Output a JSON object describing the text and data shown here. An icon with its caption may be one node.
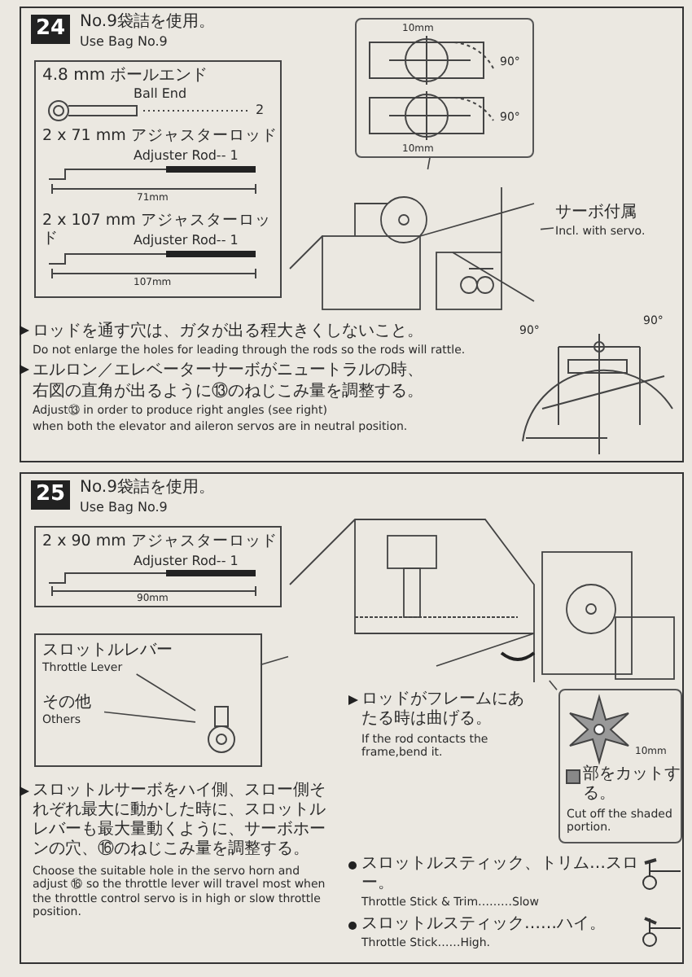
{
  "diagram": {
    "nodes": [
      {
        "text": [
          "24",
          "No.9袋詰を使用。",
          "Use Bag No.9"
        ]
      },
      {
        "text": [
          "4.8 mm ボールエンド",
          "Ball End",
          "2",
          "2 x 71 mm アジャスターロッド",
          "Adjuster Rod-- 1",
          "71mm",
          "2 x 107 mm アジャスターロッド",
          "Adjuster Rod-- 1",
          "107mm"
        ],
        "in": 0
      },
      {
        "text": [
          "10mm",
          "90°",
          "90°",
          "10mm"
        ],
        "in": 0
      },
      {
        "text": [
          "サーボ付属",
          "Incl. with servo."
        ],
        "in": 0
      },
      {
        "text": [],
        "shape": "picture",
        "in": 0
      },
      {
        "text": [
          "90°",
          "90°"
        ],
        "in": 0
      },
      {
        "text": [
          "25",
          "No.9袋詰を使用。",
          "Use Bag No.9"
        ]
      },
      {
        "text": [
          "2 x 90 mm アジャスターロッド",
          "Adjuster Rod-- 1",
          "90mm"
        ],
        "in": 6
      },
      {
        "text": [],
        "shape": "picture",
        "in": 6
      },
      {
        "text": [],
        "shape": "box",
        "in": 6
      },
      {
        "text": [
          "スロットルレバー",
          "Throttle Lever"
        ],
        "in": 9
      },
      {
        "text": [
          "その他",
          "Others"
        ],
        "in": 9
      },
      {
        "text": [],
        "shape": "picture",
        "in": 9
      },
      {
        "text": [
          "10mm",
          "部をカットする。",
          "Cut off the shaded portion."
        ],
        "in": 6
      }
    ],
    "edges": [
      {
        "from": 3,
        "to": 4,
        "arrow": "none"
      },
      {
        "from": 2,
        "to": 4,
        "arrow": "none"
      },
      {
        "from": 9,
        "to": 8,
        "arrow": "none"
      },
      {
        "from": 10,
        "to": 12,
        "arrow": "none"
      },
      {
        "from": 11,
        "to": 12,
        "arrow": "none"
      },
      {
        "from": 13,
        "to": 8,
        "arrow": "none"
      }
    ],
    "labels": [
      "ロッドを通す穴は、ガタが出る程大きくしないこと。",
      "Do not enlarge the holes for leading through the rods so the rods will rattle.",
      "エルロン／エレベーターサーボがニュートラルの時、",
      "右図の直角が出るように⑬のねじこみ量を調整する。",
      "Adjust⑬ in order to produce right angles (see right)",
      "when both the elevator and aileron servos are in neutral position.",
      "ロッドがフレームにあたる時は曲げる。",
      "If the rod contacts the frame,bend it.",
      "スロットルサーボをハイ側、スロー側それぞれ最大に動かした時に、スロットルレバーも最大量動くように、サーボホーンの穴、⑯のねじこみ量を調整する。",
      "Choose the suitable hole in the servo horn and adjust ⑯ so the throttle lever will travel most when the throttle control servo is in high or slow throttle position.",
      "スロットルスティック、トリム…スロー。",
      "Throttle Stick & Trim………Slow",
      "スロットルスティック……ハイ。",
      "Throttle Stick……High."
    ]
  }
}
